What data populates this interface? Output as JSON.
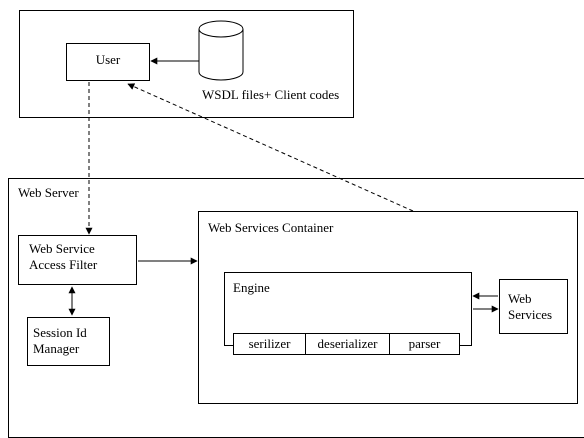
{
  "top_frame": {
    "user_label": "User",
    "database_label": "WSDL files+ Client codes"
  },
  "web_server": {
    "title": "Web Server",
    "access_filter_line1": "Web Service",
    "access_filter_line2": "Access Filter",
    "session_line1": "Session Id",
    "session_line2": "Manager",
    "container": {
      "title": "Web Services Container",
      "engine": {
        "title": "Engine",
        "components": [
          "serilizer",
          "deserializer",
          "parser"
        ]
      }
    },
    "web_services_line1": "Web",
    "web_services_line2": "Services"
  }
}
